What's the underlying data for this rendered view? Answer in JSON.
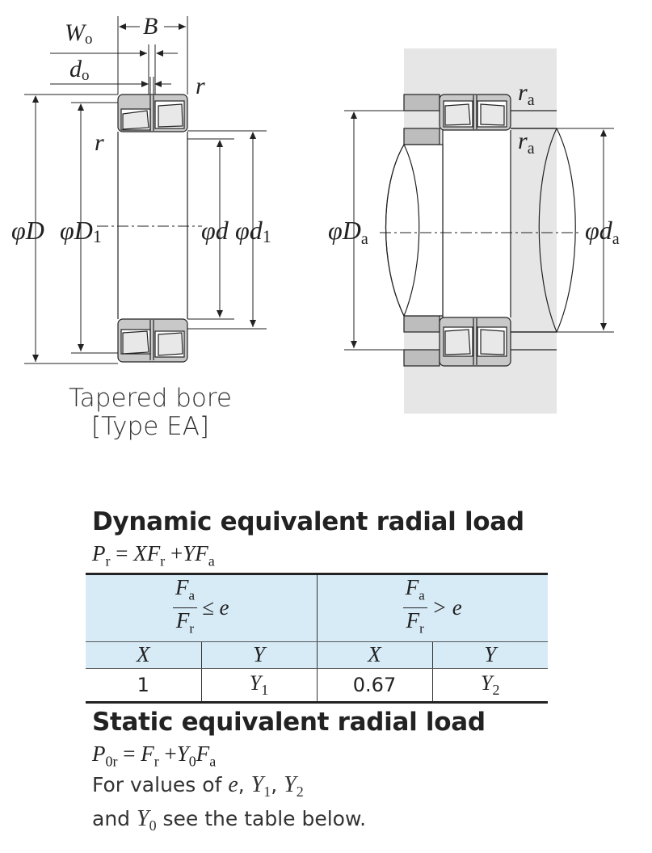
{
  "diagram_left": {
    "labels": {
      "W": "W",
      "W_sub": "o",
      "B": "B",
      "d": "d",
      "d_sub": "o",
      "r_top": "r",
      "r_left": "r",
      "phiD": "φD",
      "phiD1": "φD",
      "phiD1_sub": "1",
      "phid": "φd",
      "phid1": "φd",
      "phid1_sub": "1"
    },
    "caption_line1": "Tapered bore",
    "caption_line2": "[Type EA]"
  },
  "diagram_right": {
    "labels": {
      "ra_top": "r",
      "ra_top_sub": "a",
      "ra_bottom": "r",
      "ra_bottom_sub": "a",
      "phiDa": "φD",
      "phiDa_sub": "a",
      "phida": "φd",
      "phida_sub": "a"
    }
  },
  "dynamic": {
    "heading": "Dynamic equivalent radial load",
    "formula": {
      "P": "P",
      "P_sub": "r",
      "eq": " = ",
      "X": "XF",
      "X_sub": "r",
      "plus": " +",
      "Y": "YF",
      "Y_sub": "a"
    },
    "table": {
      "cond_left": "≤ e",
      "cond_right": "> e",
      "frac_num": "F",
      "frac_num_sub": "a",
      "frac_den": "F",
      "frac_den_sub": "r",
      "col_headers": [
        "X",
        "Y",
        "X",
        "Y"
      ],
      "row": {
        "c1": "1",
        "c2": "Y",
        "c2_sub": "1",
        "c3": "0.67",
        "c4": "Y",
        "c4_sub": "2"
      }
    }
  },
  "static": {
    "heading": "Static equivalent radial load",
    "formula": {
      "P": "P",
      "P_sub": "0r",
      "eq": " = ",
      "F": "F",
      "F_sub": "r",
      "plus": " +",
      "Y": "Y",
      "Y_sub": "0",
      "F2": "F",
      "F2_sub": "a"
    },
    "note_line1": {
      "text": "For values of ",
      "e": "e",
      "sep1": ", ",
      "Y1": "Y",
      "Y1_sub": "1",
      "sep2": ", ",
      "Y2": "Y",
      "Y2_sub": "2"
    },
    "note_line2": {
      "prefix": "and ",
      "Y0": "Y",
      "Y0_sub": "0",
      "suffix": " see the table below."
    }
  },
  "colors": {
    "table_header_bg": "#d7ebf7",
    "housing_gray": "#e6e6e6",
    "bearing_gray": "#c4c4c4"
  }
}
